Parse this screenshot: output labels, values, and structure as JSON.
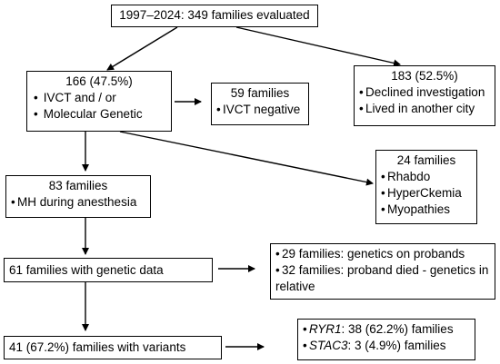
{
  "boxes": {
    "evaluated": {
      "title": "1997–2024: 349 families evaluated"
    },
    "tested": {
      "title": "166 (47.5%)",
      "items": [
        "IVCT and / or",
        "Molecular Genetic"
      ]
    },
    "not_investigated": {
      "title": "183 (52.5%)",
      "items": [
        "Declined investigation",
        "Lived in another city"
      ]
    },
    "ivct_negative": {
      "title": "59 families",
      "items": [
        "IVCT negative"
      ]
    },
    "other_phenotypes": {
      "title": "24 families",
      "items": [
        "Rhabdo",
        "HyperCkemia",
        "Myopathies"
      ]
    },
    "mh_anesthesia": {
      "title": "83 families",
      "items": [
        "MH during anesthesia"
      ]
    },
    "genetic_data": {
      "title": "61 families with genetic data"
    },
    "genetics_source": {
      "items": [
        "29 families:  genetics on probands",
        "32 families:  proband died - genetics in relative"
      ]
    },
    "variants": {
      "title": "41 (67.2%) families with variants"
    },
    "genes": {
      "rows": [
        {
          "gene": "RYR1",
          "rest": ": 38 (62.2%) families"
        },
        {
          "gene": "STAC3",
          "rest": ": 3 (4.9%) families"
        }
      ]
    }
  },
  "bullet_char": "•",
  "colors": {
    "stroke": "#000000",
    "background": "#ffffff"
  }
}
